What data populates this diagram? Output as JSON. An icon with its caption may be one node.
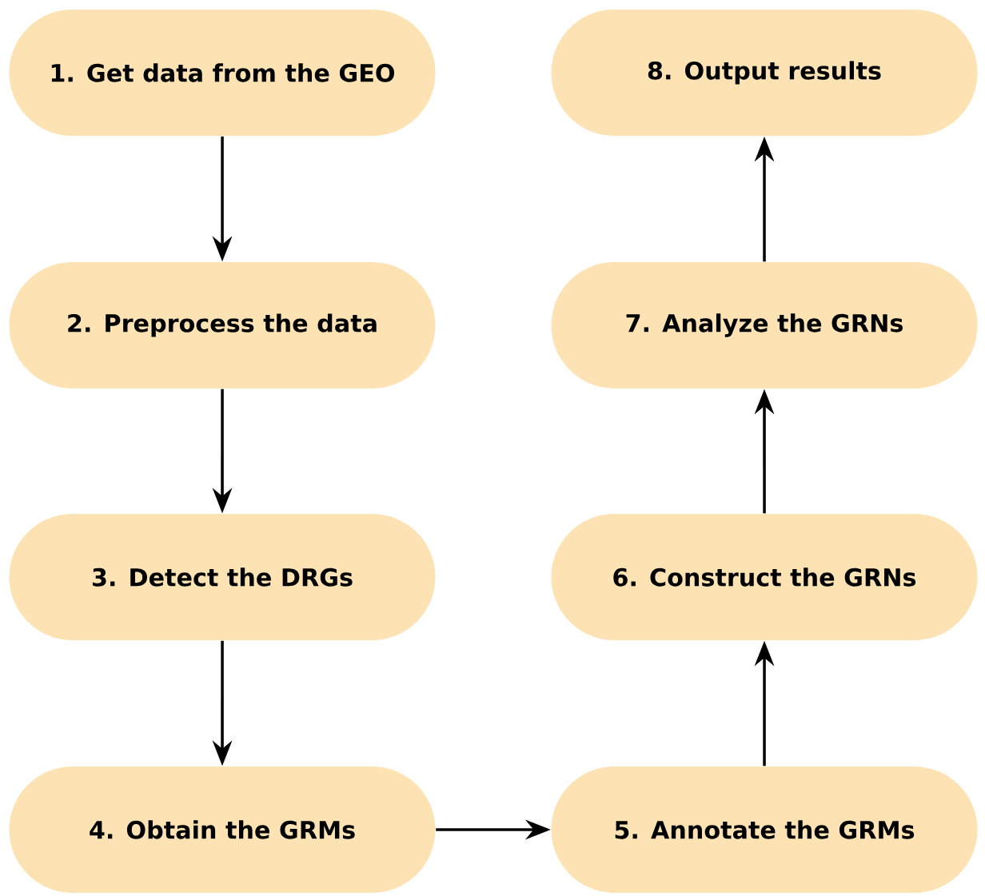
{
  "diagram": {
    "nodes": [
      {
        "text": [
          "1. Get data from the GEO"
        ]
      },
      {
        "text": [
          "2. Preprocess the data"
        ]
      },
      {
        "text": [
          "3. Detect the DRGs"
        ]
      },
      {
        "text": [
          "4. Obtain the GRMs"
        ]
      },
      {
        "text": [
          "5. Annotate the GRMs"
        ]
      },
      {
        "text": [
          "6. Construct the GRNs"
        ]
      },
      {
        "text": [
          "7. Analyze the GRNs"
        ]
      },
      {
        "text": [
          "8. Output results"
        ]
      }
    ],
    "edges": [
      {
        "from": 0,
        "to": 1,
        "arrow": "to"
      },
      {
        "from": 1,
        "to": 2,
        "arrow": "to"
      },
      {
        "from": 2,
        "to": 3,
        "arrow": "to"
      },
      {
        "from": 3,
        "to": 4,
        "arrow": "to"
      },
      {
        "from": 4,
        "to": 5,
        "arrow": "to"
      },
      {
        "from": 5,
        "to": 6,
        "arrow": "to"
      },
      {
        "from": 6,
        "to": 7,
        "arrow": "to"
      }
    ]
  }
}
